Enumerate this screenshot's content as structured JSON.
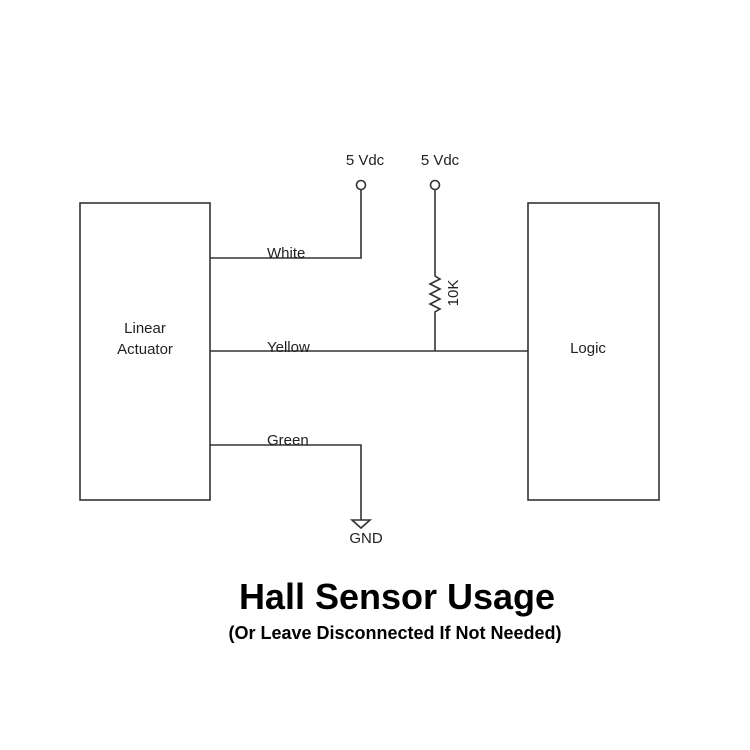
{
  "components": {
    "actuator": {
      "line1": "Linear",
      "line2": "Actuator"
    },
    "logic": "Logic",
    "supply_left": "5 Vdc",
    "supply_right": "5 Vdc",
    "resistor": "10K",
    "ground": "GND"
  },
  "wires": {
    "white": "White",
    "yellow": "Yellow",
    "green": "Green"
  },
  "caption": {
    "title": "Hall Sensor Usage",
    "subtitle": "(Or Leave Disconnected If Not Needed)"
  }
}
